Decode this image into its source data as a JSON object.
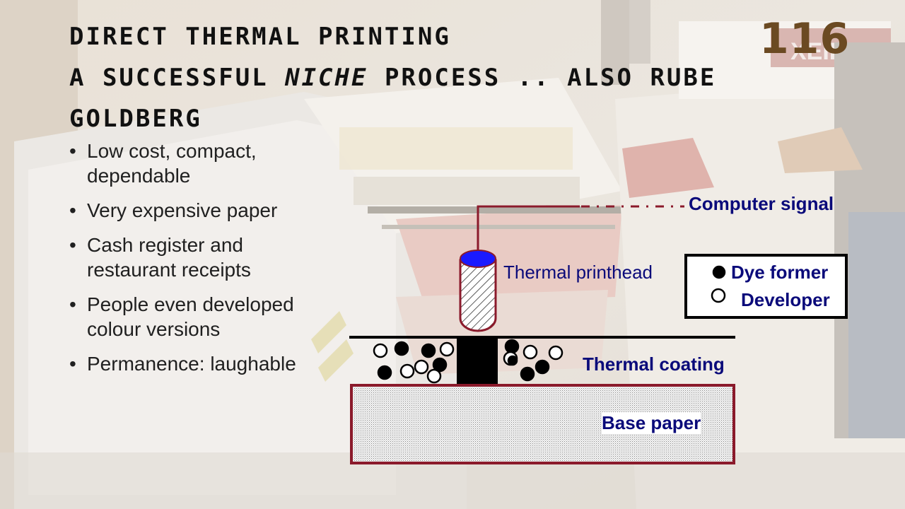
{
  "slide": {
    "title_line1": "Direct Thermal Printing",
    "title_line2_a": "A successful ",
    "title_line2_em": "niche",
    "title_line2_b": " process .. Also Rube",
    "title_line3": "Goldberg",
    "number": "116"
  },
  "bullets": [
    "Low cost, compact, dependable",
    "Very expensive paper",
    "Cash register and restaurant receipts",
    "People even developed colour versions",
    "Permanence: laughable"
  ],
  "background": {
    "sign_text": "XEIK"
  },
  "diagram": {
    "computer_signal": "Computer signal",
    "thermal_printhead": "Thermal printhead",
    "legend_dye_former": "Dye former",
    "legend_developer": "Developer",
    "thermal_coating": "Thermal coating",
    "base_paper": "Base paper"
  },
  "colors": {
    "wire": "#8b1a2b",
    "head_cap": "#1a1aff",
    "label_text": "#0a0a7a",
    "slide_number": "#6b4a22"
  }
}
